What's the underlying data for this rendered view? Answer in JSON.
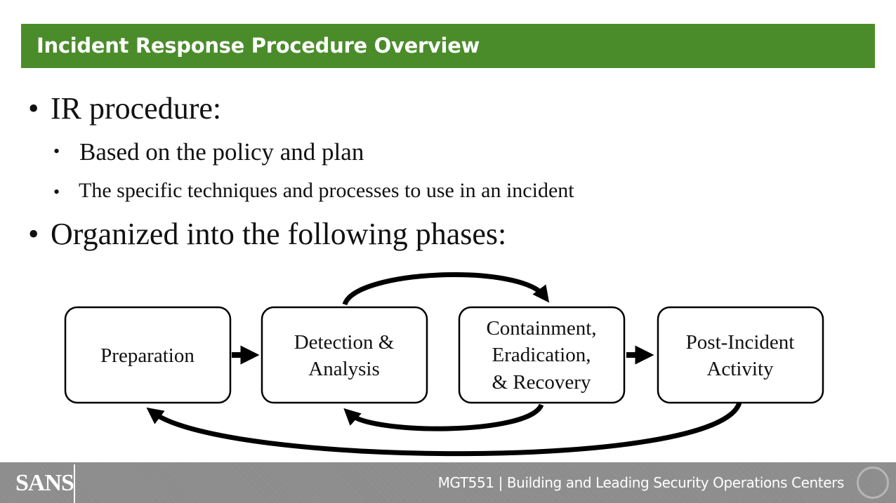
{
  "header": {
    "title": "Incident Response Procedure Overview",
    "bar_color": "#4a8c2a"
  },
  "bullets": [
    {
      "level": 1,
      "text": "IR procedure:"
    },
    {
      "level": 2,
      "text": "Based on the policy and plan"
    },
    {
      "level": 2,
      "text": "The specific techniques and processes to use in an incident"
    },
    {
      "level": 1,
      "text": "Organized into the following phases:"
    }
  ],
  "diagram": {
    "phases": [
      {
        "lines": [
          "Preparation"
        ]
      },
      {
        "lines": [
          "Detection &",
          "Analysis"
        ]
      },
      {
        "lines": [
          "Containment,",
          "Eradication,",
          "& Recovery"
        ]
      },
      {
        "lines": [
          "Post-Incident",
          "Activity"
        ]
      }
    ]
  },
  "footer": {
    "logo": "SANS",
    "course": "MGT551 | Building and Leading Security Operations Centers"
  }
}
